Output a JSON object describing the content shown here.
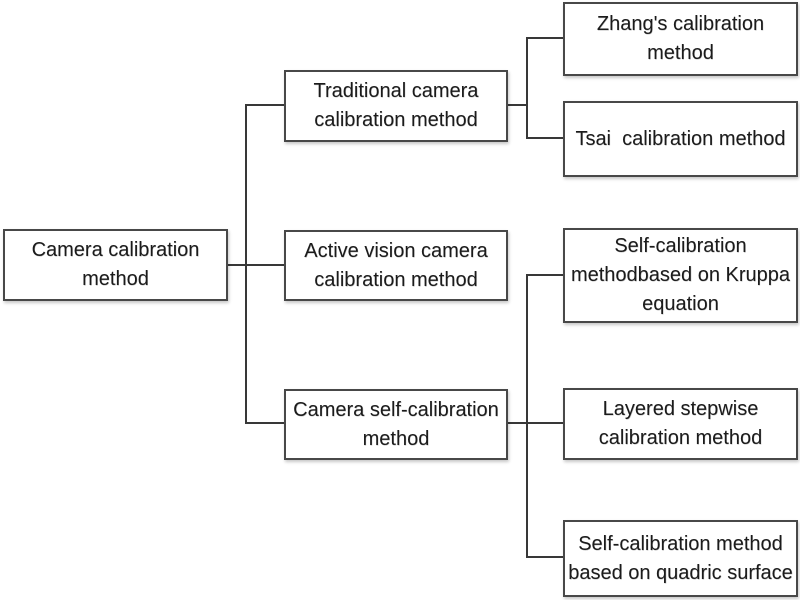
{
  "diagram": {
    "type": "tree",
    "orientation": "left-to-right",
    "colors": {
      "background": "#ffffff",
      "box_fill": "#ffffff",
      "box_border": "#484848",
      "connector": "#383838",
      "text": "#1b1b1b"
    }
  },
  "nodes": {
    "root": {
      "label": "Camera calibration\nmethod"
    },
    "traditional": {
      "label": "Traditional camera\ncalibration method"
    },
    "active": {
      "label": "Active vision camera\ncalibration method"
    },
    "selfcal": {
      "label": "Camera self-calibration\nmethod"
    },
    "zhang": {
      "label": "Zhang's calibration\nmethod"
    },
    "tsai": {
      "label": "Tsai  calibration method"
    },
    "kruppa": {
      "label": "Self-calibration\nmethodbased on Kruppa\nequation"
    },
    "layered": {
      "label": "Layered stepwise\ncalibration method"
    },
    "quadric": {
      "label": "Self-calibration method\nbased on quadric surface"
    }
  },
  "edges": [
    {
      "from": "root",
      "to": "traditional"
    },
    {
      "from": "root",
      "to": "active"
    },
    {
      "from": "root",
      "to": "selfcal"
    },
    {
      "from": "traditional",
      "to": "zhang"
    },
    {
      "from": "traditional",
      "to": "tsai"
    },
    {
      "from": "selfcal",
      "to": "kruppa"
    },
    {
      "from": "selfcal",
      "to": "layered"
    },
    {
      "from": "selfcal",
      "to": "quadric"
    }
  ]
}
